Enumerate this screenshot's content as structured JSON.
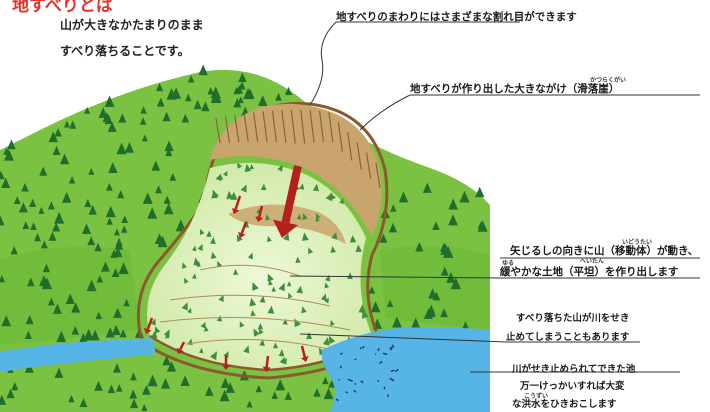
{
  "title": "地すべりとは",
  "intro": [
    "山が大きなかたまりのまま",
    "すべり落ちることです。"
  ],
  "labels": {
    "cracks": "地すべりのまわりにはさまざまな割れ目ができます",
    "scarp": "地すべりが作り出した大きながけ（滑落崖）",
    "scarp_ruby": "かつらくがい",
    "body_move": "矢じるしの向きに山（移動体）が動き、",
    "body_ruby": "いどうたい",
    "flat": "緩やかな土地（平坦）を作り出します",
    "flat_ruby_1": "ゆる",
    "flat_ruby_2": "へいたん",
    "river_block_1": "すべり落ちた山が川をせき",
    "river_block_2": "止めてしまうこともあります",
    "lake": "川がせき止められてできた池",
    "flood_1": "万一けっかいすれば大変",
    "flood_2": "な洪水をひきおこします",
    "flood_ruby": "こうずい"
  },
  "colors": {
    "forest": "#7cc242",
    "forest_dark": "#4f9a2c",
    "tree": "#1f6e2c",
    "scarp": "#c9a46c",
    "slide": "#def0bd",
    "water": "#56b4e6",
    "arrow": "#b3211e",
    "title": "#e8322a"
  }
}
